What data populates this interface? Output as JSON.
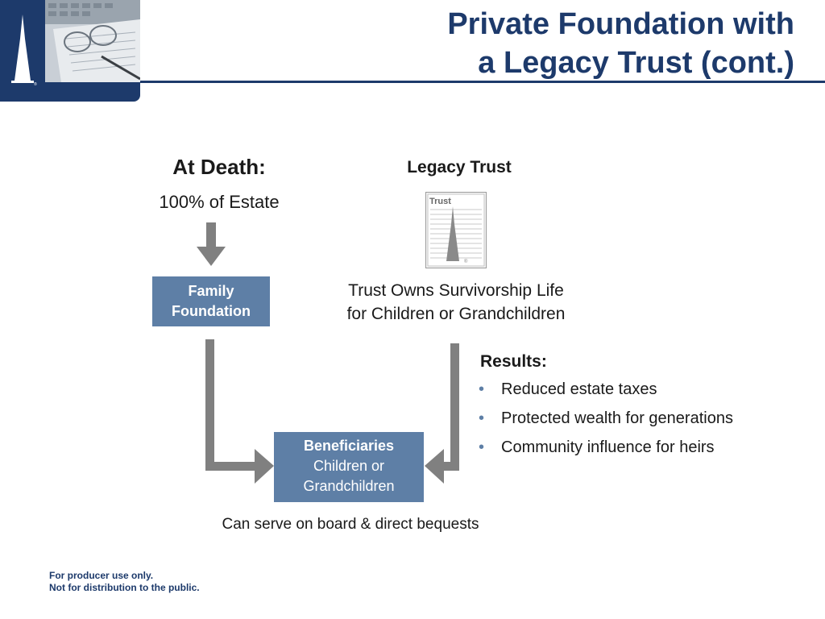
{
  "header": {
    "title_line1": "Private Foundation with",
    "title_line2": "a Legacy Trust (cont.)"
  },
  "diagram": {
    "at_death_label": "At Death:",
    "estate_label": "100% of Estate",
    "family_foundation_line1": "Family",
    "family_foundation_line2": "Foundation",
    "legacy_trust_title": "Legacy Trust",
    "trust_icon_label": "Trust",
    "trust_caption_line1": "Trust Owns Survivorship Life",
    "trust_caption_line2": "for Children or Grandchildren",
    "beneficiaries_title": "Beneficiaries",
    "beneficiaries_line2": "Children or",
    "beneficiaries_line3": "Grandchildren",
    "beneficiaries_note": "Can serve on board & direct bequests"
  },
  "results": {
    "title": "Results:",
    "items": [
      "Reduced estate taxes",
      "Protected wealth for generations",
      "Community influence for heirs"
    ]
  },
  "footer": {
    "line1": "For producer use only.",
    "line2": "Not for distribution to the public."
  },
  "colors": {
    "brand_navy": "#1d3a6b",
    "box_blue": "#5e7fa6",
    "arrow_gray": "#808080"
  }
}
